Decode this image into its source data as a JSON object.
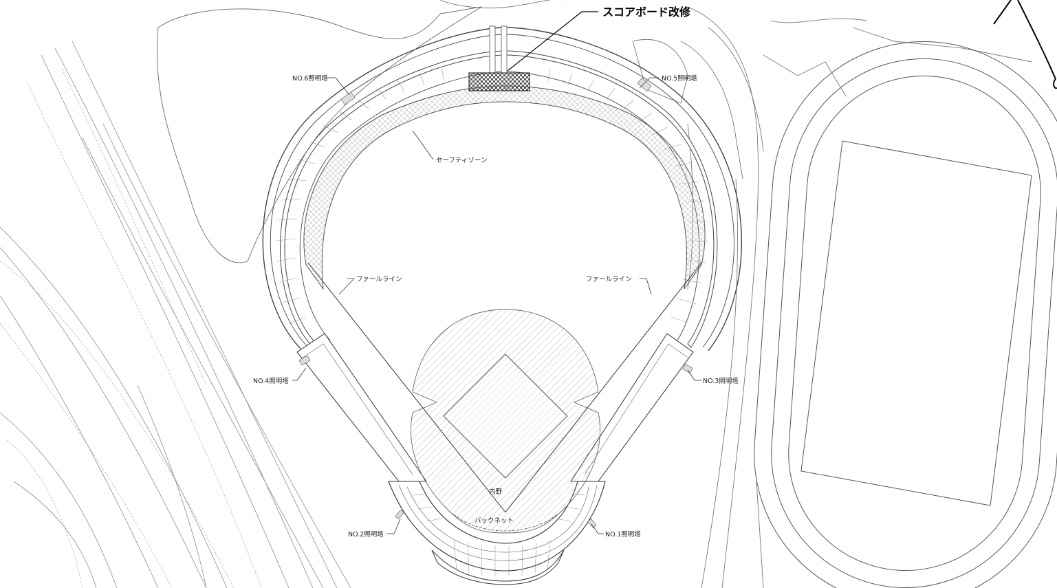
{
  "annotations": {
    "scoreboard_title": "スコアボード改修",
    "safety_zone": "セーフティゾーン",
    "foul_line_left": "ファールライン",
    "foul_line_right": "ファールライン",
    "infield": "内野",
    "backstop": "バックネット",
    "tower_1": "NO.1照明塔",
    "tower_2": "NO.2照明塔",
    "tower_3": "NO.3照明塔",
    "tower_4": "NO.4照明塔",
    "tower_5": "NO.5照明塔",
    "tower_6": "NO.6照明塔"
  },
  "colors": {
    "line": "#555555",
    "thin_line": "#8a8a8a",
    "highlight_line": "#000000",
    "background": "#ffffff"
  }
}
